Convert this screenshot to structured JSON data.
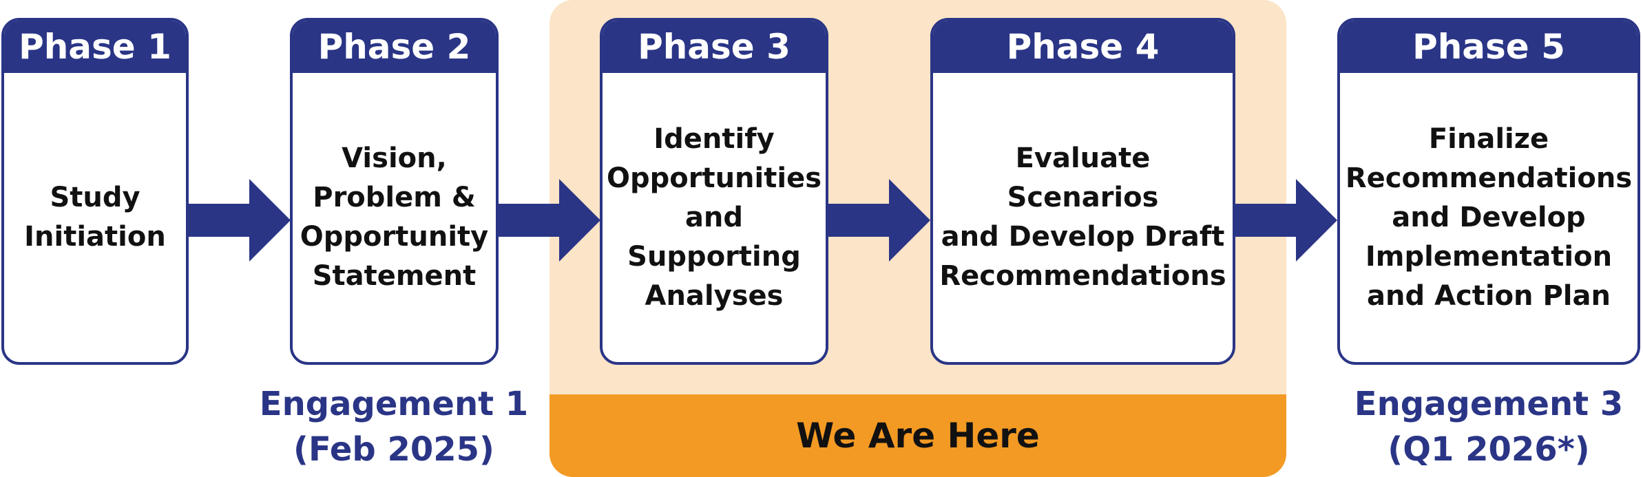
{
  "colors": {
    "navy": "#2a3586",
    "highlight_background": "#fbe4c7",
    "highlight_banner": "#f39a24"
  },
  "phases": [
    {
      "title": "Phase 1",
      "description": "Study\nInitiation"
    },
    {
      "title": "Phase 2",
      "description": "Vision,\nProblem &\nOpportunity\nStatement"
    },
    {
      "title": "Phase 3",
      "description": "Identify\nOpportunities\nand\nSupporting\nAnalyses"
    },
    {
      "title": "Phase 4",
      "description": "Evaluate Scenarios\nand Develop Draft\nRecommendations"
    },
    {
      "title": "Phase 5",
      "description": "Finalize\nRecommendations\nand Develop\nImplementation\nand Action Plan"
    }
  ],
  "current_marker": "We Are Here",
  "engagements": [
    {
      "name": "Engagement 1",
      "date": "(Feb 2025)"
    },
    {
      "name": "Engagement 3",
      "date": "(Q1 2026*)"
    }
  ]
}
